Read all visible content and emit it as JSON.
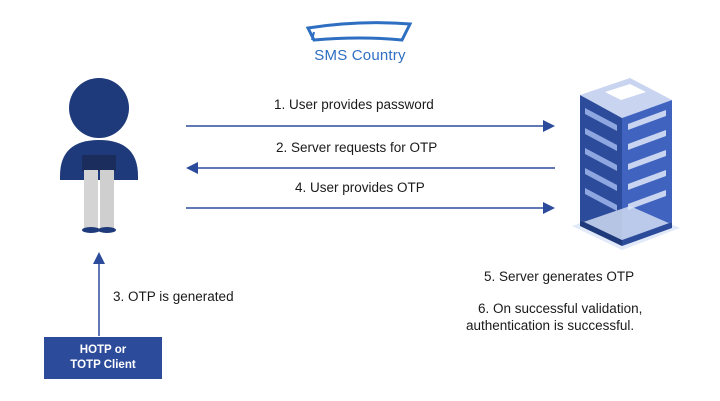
{
  "logo": {
    "text": "SMS Country"
  },
  "steps": {
    "step1": "1. User provides password",
    "step2": "2. Server requests for OTP",
    "step3": "3. OTP is generated",
    "step4": "4. User provides OTP",
    "step5": "5. Server generates OTP",
    "step6_line1": "6. On successful validation,",
    "step6_line2": "authentication is successful."
  },
  "client": {
    "line1": "HOTP or",
    "line2": "TOTP Client"
  },
  "colors": {
    "primary": "#2c4b9b",
    "logo": "#2f6fc2",
    "arrow": "#2c4b9b",
    "server_light": "#c9d4f0",
    "person_body": "#1f3a7a",
    "legs": "#cfcfcf"
  },
  "icons": [
    "user-icon",
    "server-icon",
    "logo-swoosh-icon"
  ]
}
